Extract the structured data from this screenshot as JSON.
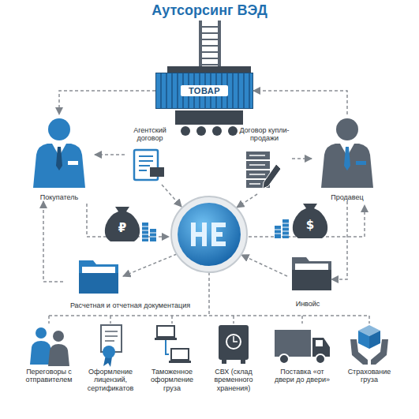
{
  "diagram": {
    "title": "Аутсорсинг ВЭД",
    "nodes": [
      {
        "text": [
          "ТОВАР"
        ]
      },
      {
        "text": [
          "Покупатель"
        ]
      },
      {
        "text": [
          "Продавец"
        ]
      },
      {
        "text": [
          "Агентский договор"
        ]
      },
      {
        "text": [
          "Договор купли-продажи"
        ]
      },
      {
        "text": [
          "₽"
        ]
      },
      {
        "text": [
          "$"
        ]
      },
      {
        "text": [
          "Расчетная и отчетная документация"
        ]
      },
      {
        "text": [
          "Инвойс"
        ]
      },
      {
        "text": [
          "Переговоры с отправителем"
        ]
      },
      {
        "text": [
          "Оформление лицензий, сертификатов"
        ]
      },
      {
        "text": [
          "Таможенное оформление груза"
        ]
      },
      {
        "text": [
          "СВХ (склад временного хранения)"
        ]
      },
      {
        "text": [
          "Поставка «от двери до двери»"
        ]
      },
      {
        "text": [
          "Страхование груза"
        ]
      }
    ],
    "edges": [
      {
        "from": 0,
        "to": 1,
        "arrow": "to"
      },
      {
        "from": 2,
        "to": 0,
        "arrow": "to"
      },
      {
        "from": 3,
        "to": 1,
        "arrow": "to"
      },
      {
        "from": 4,
        "to": 2,
        "arrow": "to"
      },
      {
        "from": 7,
        "to": 1,
        "arrow": "to"
      },
      {
        "from": 2,
        "to": 8,
        "arrow": "to"
      }
    ]
  }
}
